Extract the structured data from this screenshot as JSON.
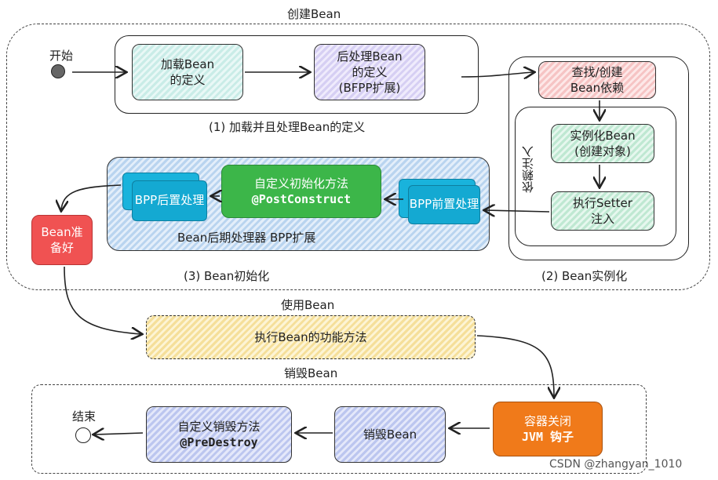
{
  "labels": {
    "create_bean": "创建Bean",
    "start": "开始",
    "phase1": "(1) 加载并且处理Bean的定义",
    "phase2": "(2) Bean实例化",
    "phase3": "(3) Bean初始化",
    "dependency_injection": "依赖注入",
    "bpp_extension": "Bean后期处理器 BPP扩展",
    "use_bean": "使用Bean",
    "destroy_bean": "销毁Bean",
    "end": "结束",
    "watermark": "CSDN @zhangyan_1010"
  },
  "nodes": {
    "load_def": [
      "加载Bean",
      "的定义"
    ],
    "post_process_def": [
      "后处理Bean",
      "的定义",
      "(BFPP扩展)"
    ],
    "find_dep": [
      "查找/创建",
      "Bean依赖"
    ],
    "instantiate": [
      "实例化Bean",
      "(创建对象)"
    ],
    "setter": [
      "执行Setter",
      "注入"
    ],
    "bpp_before": [
      "BPP",
      "前置处理"
    ],
    "custom_init": [
      "自定义初始化方法",
      "@PostConstruct"
    ],
    "bpp_after": [
      "BPP",
      "后置处理"
    ],
    "bean_ready": [
      "Bean准",
      "备好"
    ],
    "exec_func": "执行Bean的功能方法",
    "container_close": [
      "容器关闭",
      "JVM 钩子"
    ],
    "destroy": "销毁Bean",
    "custom_destroy": [
      "自定义销毁方法",
      "@PreDestroy"
    ]
  },
  "colors": {
    "bean_ready": "#f05252",
    "custom_init": "#3cb649",
    "container_close": "#f07a1a",
    "bpp": "#14a9d2"
  }
}
